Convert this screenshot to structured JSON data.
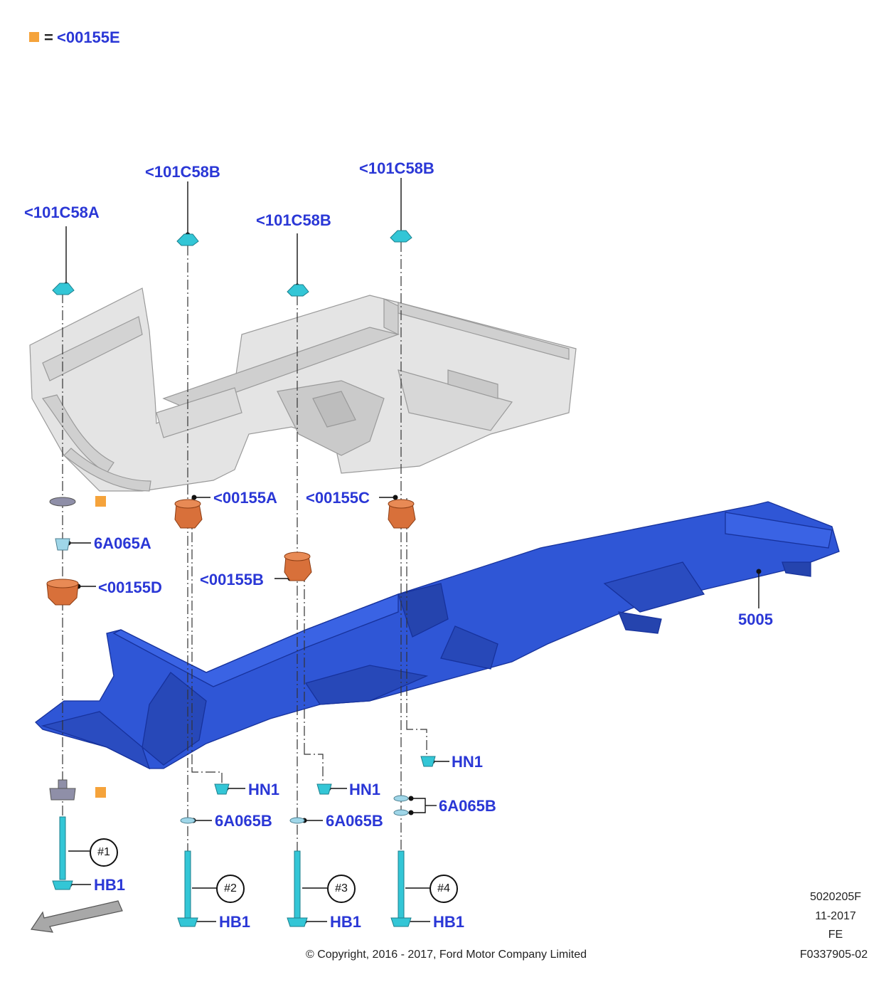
{
  "legend": {
    "symbol_color": "#f5a33b",
    "equals": "=",
    "code": "<00155E"
  },
  "callouts": {
    "c101c58a": "<101C58A",
    "c101c58b_1": "<101C58B",
    "c101c58b_2": "<101C58B",
    "c101c58b_3": "<101C58B",
    "c00155a": "<00155A",
    "c00155b": "<00155B",
    "c00155c": "<00155C",
    "c00155d": "<00155D",
    "c6a065a": "6A065A",
    "c6a065b_1": "6A065B",
    "c6a065b_2": "6A065B",
    "c6a065b_3": "6A065B",
    "hn1_1": "HN1",
    "hn1_2": "HN1",
    "hn1_3": "HN1",
    "hb1_1": "HB1",
    "hb1_2": "HB1",
    "hb1_3": "HB1",
    "hb1_4": "HB1",
    "c5005": "5005"
  },
  "bolt_refs": {
    "r1": "#1",
    "r2": "#2",
    "r3": "#3",
    "r4": "#4"
  },
  "footer": {
    "copyright": "© Copyright, 2016 - 2017, Ford Motor Company Limited",
    "drawing_no": "5020205F",
    "date": "11-2017",
    "code": "FE",
    "ref": "F0337905-02"
  },
  "colors": {
    "label_blue": "#2a37d6",
    "frame_blue": "#2f56d6",
    "body_gray": "#d9d9d9",
    "mount_orange": "#d8703a",
    "fastener_cyan": "#33c6d6"
  }
}
